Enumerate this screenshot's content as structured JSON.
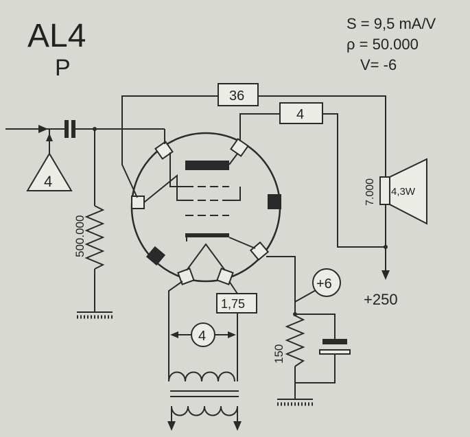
{
  "title": {
    "tube": "AL4",
    "type": "P"
  },
  "specs": {
    "transconductance": "S = 9,5 mA/V",
    "resistance": "ρ = 50.000",
    "grid_bias": "V= -6"
  },
  "components": {
    "input_level": "4",
    "grid_resistor": "500.000",
    "screen_resistor": "36",
    "feedback_resistor": "4",
    "transformer_ratio": "7.000",
    "speaker_power": "4,3W",
    "anode_voltage": "+250",
    "heater_current": "1,75",
    "heater_voltage": "4",
    "cathode_voltage": "+6",
    "cathode_resistor": "150"
  },
  "colors": {
    "background": "#d9d9d4",
    "ink": "#2a2a2a"
  }
}
